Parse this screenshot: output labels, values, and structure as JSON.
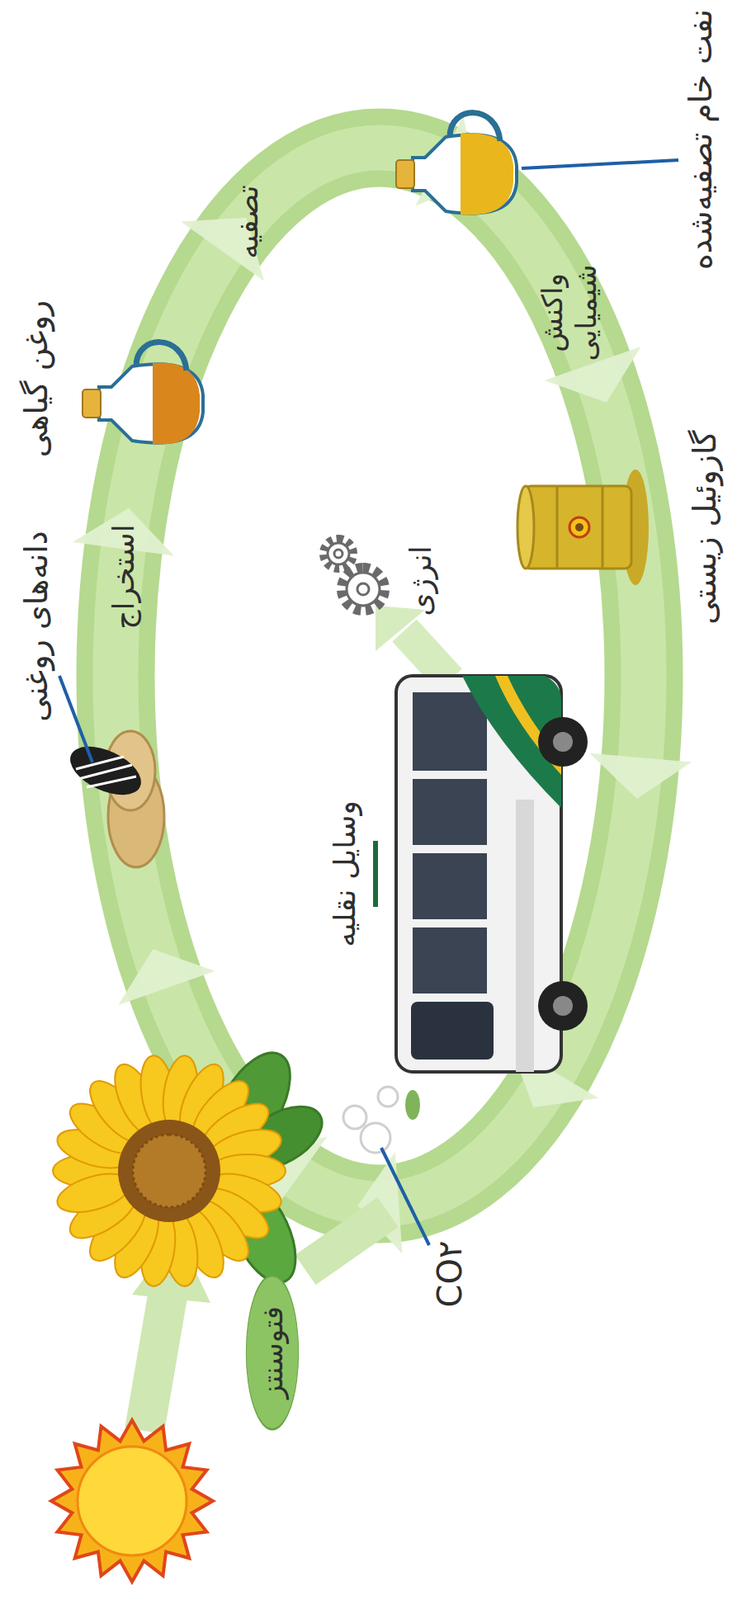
{
  "diagram": {
    "nodes": [
      {
        "text": [
          "فتوسنتز"
        ]
      }
    ],
    "labels": [
      "دانه‌های روغنی",
      "استخراج",
      "روغن گیاهی",
      "تصفیه",
      "نفت خام تصفیه‌شده",
      "واکنش شیمیایی",
      "گازوئیل زیستی",
      "وسایل نقلیه",
      "انرژی",
      "CO۲"
    ]
  }
}
